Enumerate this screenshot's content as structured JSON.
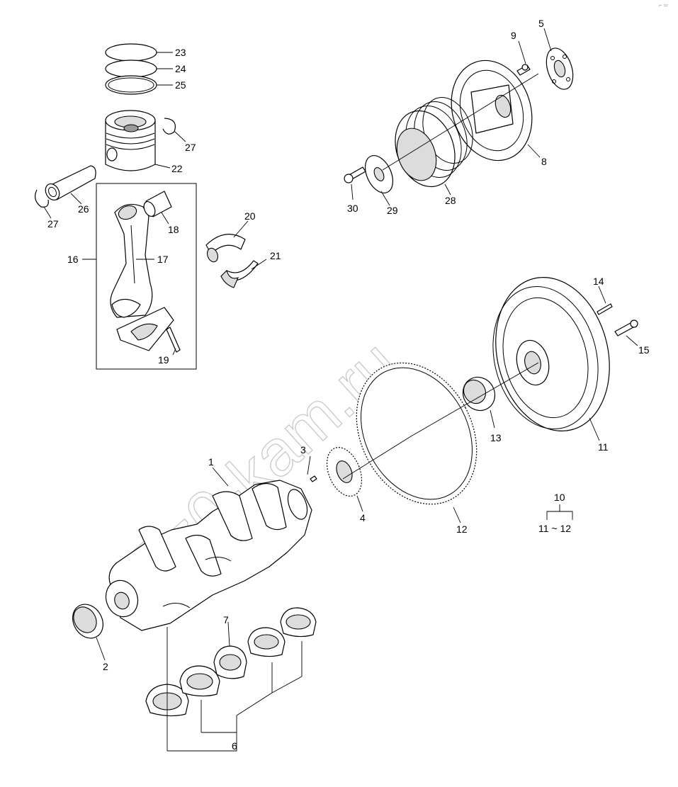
{
  "watermark": "7z0-kam.ru",
  "corner_mark": "⌐ ═",
  "callouts": {
    "c1": "1",
    "c2": "2",
    "c3": "3",
    "c4": "4",
    "c5": "5",
    "c6": "6",
    "c7": "7",
    "c8": "8",
    "c9": "9",
    "c10": "10",
    "c11": "11",
    "c12": "12",
    "c13": "13",
    "c14": "14",
    "c15": "15",
    "c16": "16",
    "c17": "17",
    "c18": "18",
    "c19": "19",
    "c20": "20",
    "c21": "21",
    "c22": "22",
    "c23": "23",
    "c24": "24",
    "c25": "25",
    "c26": "26",
    "c27a": "27",
    "c27b": "27",
    "c28": "28",
    "c29": "29",
    "c30": "30"
  },
  "range_label": "11 ~ 12"
}
